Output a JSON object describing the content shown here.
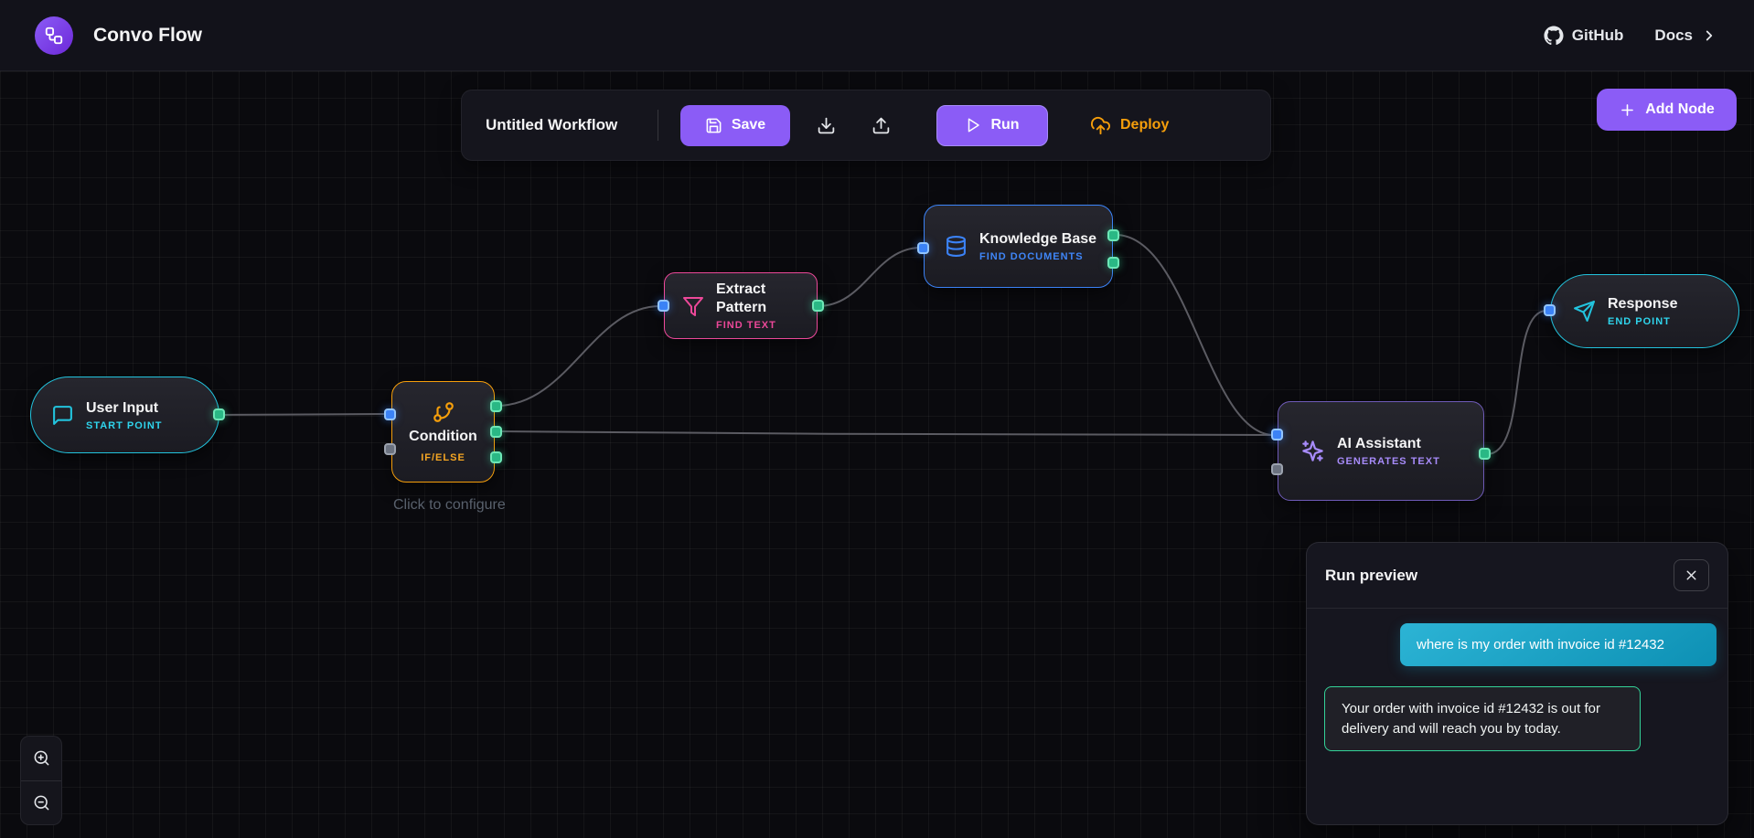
{
  "header": {
    "app_name": "Convo Flow",
    "nav": [
      {
        "label": "GitHub"
      },
      {
        "label": "Docs"
      }
    ]
  },
  "toolbar": {
    "workflow_name": "Untitled Workflow",
    "save_label": "Save",
    "run_label": "Run",
    "deploy_label": "Deploy"
  },
  "add_node_label": "Add Node",
  "canvas": {
    "configure_hint": "Click to configure",
    "nodes": [
      {
        "id": "user-input",
        "title": "User Input",
        "subtitle": "START POINT",
        "accent": "#22c3dd",
        "icon": "message-square-icon"
      },
      {
        "id": "condition",
        "title": "Condition",
        "subtitle": "IF/ELSE",
        "accent": "#f59e0b",
        "icon": "git-branch-icon"
      },
      {
        "id": "extract-pattern",
        "title": "Extract Pattern",
        "subtitle": "FIND TEXT",
        "accent": "#ec4899",
        "icon": "funnel-icon"
      },
      {
        "id": "knowledge-base",
        "title": "Knowledge Base",
        "subtitle": "FIND DOCUMENTS",
        "accent": "#3b82f6",
        "icon": "database-icon"
      },
      {
        "id": "ai-assistant",
        "title": "AI Assistant",
        "subtitle": "GENERATES TEXT",
        "accent": "#a78bfa",
        "icon": "sparkles-icon"
      },
      {
        "id": "response",
        "title": "Response",
        "subtitle": "END POINT",
        "accent": "#22c3dd",
        "icon": "send-icon"
      }
    ],
    "edges": [
      {
        "from": "user-input",
        "to": "condition"
      },
      {
        "from": "condition",
        "to": "extract-pattern"
      },
      {
        "from": "extract-pattern",
        "to": "knowledge-base"
      },
      {
        "from": "knowledge-base",
        "to": "ai-assistant"
      },
      {
        "from": "condition",
        "to": "ai-assistant"
      },
      {
        "from": "ai-assistant",
        "to": "response"
      }
    ]
  },
  "run_preview": {
    "title": "Run preview",
    "messages": [
      {
        "role": "user",
        "text": "where is my order with invoice id #12432"
      },
      {
        "role": "assistant",
        "text": "Your order with invoice id #12432 is out for delivery and will reach you by today."
      }
    ]
  },
  "colors": {
    "accent_purple": "#8b5cf6",
    "accent_amber": "#f59e0b",
    "accent_cyan": "#22c3dd",
    "accent_pink": "#ec4899",
    "accent_blue": "#3b82f6",
    "accent_green": "#34d399",
    "user_bubble": "#14a0c2"
  }
}
